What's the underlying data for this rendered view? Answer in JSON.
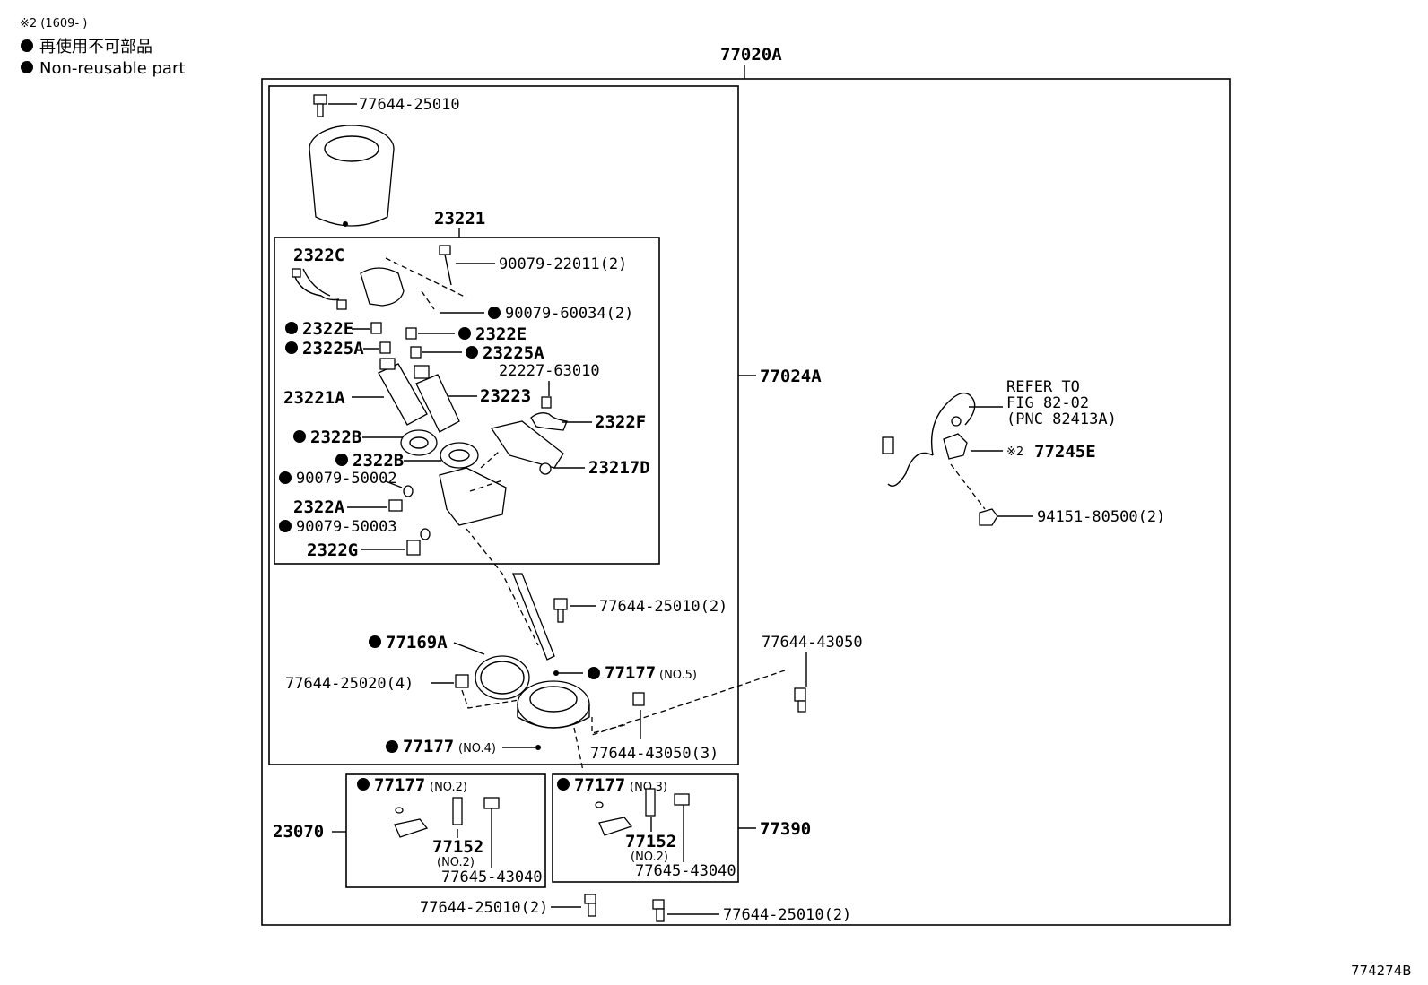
{
  "legend": {
    "note": "※2 (1609-     )",
    "non_reusable_jp": "再使用不可部品",
    "non_reusable_en": "Non-reusable part"
  },
  "diagram_id": "774274B",
  "labels": {
    "assy_main": "77020A",
    "assy_inner": "77024A",
    "p_77644_25010_top": "77644-25010",
    "p_23221": "23221",
    "p_2322C": "2322C",
    "p_90079_22011": "90079-22011(2)",
    "p_90079_60034": "90079-60034(2)",
    "p_2322E_l": "2322E",
    "p_2322E_r": "2322E",
    "p_23225A_l": "23225A",
    "p_23225A_r": "23225A",
    "p_22227_63010": "22227-63010",
    "p_23221A": "23221A",
    "p_23223": "23223",
    "p_2322F": "2322F",
    "p_2322B_1": "2322B",
    "p_2322B_2": "2322B",
    "p_23217D": "23217D",
    "p_90079_50002": "90079-50002",
    "p_2322A": "2322A",
    "p_90079_50003": "90079-50003",
    "p_2322G": "2322G",
    "p_77644_25010_2a": "77644-25010(2)",
    "p_77169A": "77169A",
    "p_77644_43050_single": "77644-43050",
    "p_77644_25020": "77644-25020(4)",
    "p_77177": "77177",
    "p_no5": "(NO.5)",
    "p_77177_no4": "77177",
    "p_no4": "(NO.4)",
    "p_77644_43050_3": "77644-43050(3)",
    "p_77177_no2": "77177",
    "p_no2": "(NO.2)",
    "p_77152_a": "77152",
    "p_77152_a_no": "(NO.2)",
    "p_77645_43040_a": "77645-43040",
    "p_23070": "23070",
    "p_77177_no3": "77177",
    "p_no3": "(NO.3)",
    "p_77152_b": "77152",
    "p_77152_b_no": "(NO.2)",
    "p_77645_43040_b": "77645-43040",
    "p_77390": "77390",
    "p_77644_25010_2b": "77644-25010(2)",
    "p_77644_25010_2c": "77644-25010(2)",
    "refer_1": "REFER TO",
    "refer_2": "FIG 82-02",
    "refer_3": "(PNC 82413A)",
    "p_77245E_mark": "※2",
    "p_77245E": "77245E",
    "p_94151_80500": "94151-80500(2)"
  }
}
